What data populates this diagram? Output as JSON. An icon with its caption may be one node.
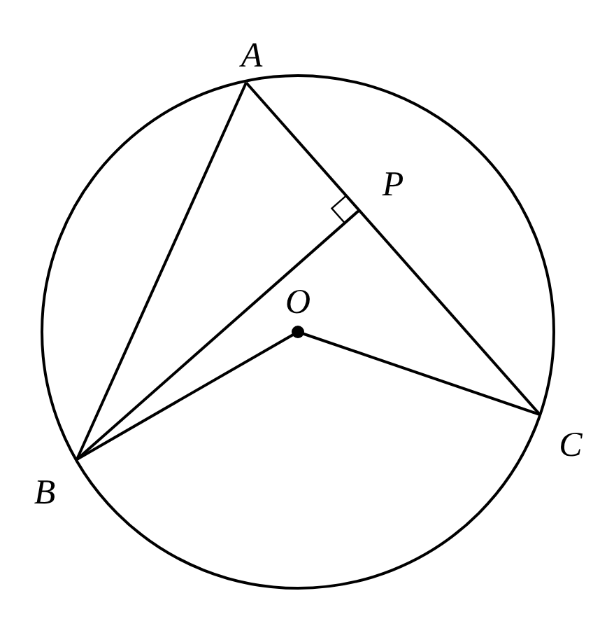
{
  "diagram": {
    "labels": [
      "A",
      "P",
      "O",
      "B",
      "C"
    ]
  }
}
